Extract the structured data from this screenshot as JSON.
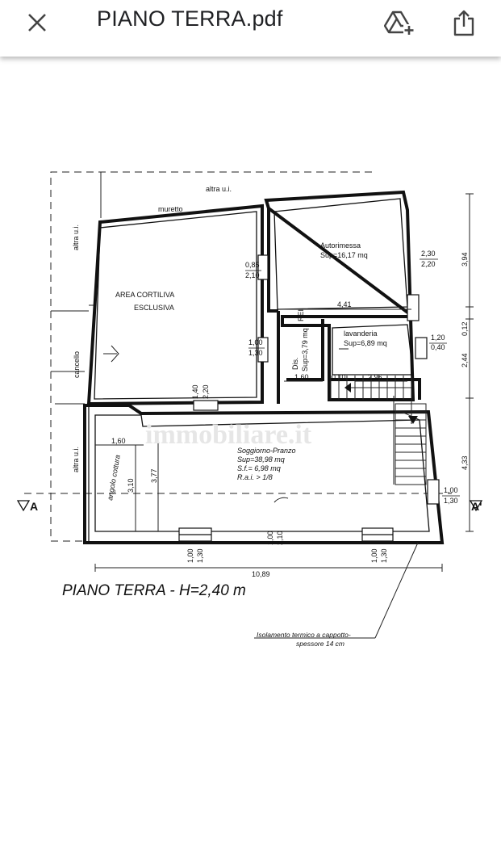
{
  "toolbar": {
    "close_icon": "close-icon",
    "title": "PIANO TERRA.pdf",
    "drive_add_icon": "drive-add-icon",
    "share_icon": "share-icon"
  },
  "plan": {
    "title": "PIANO TERRA - H=2,40 m",
    "watermark": "immobiliare.it",
    "labels": {
      "altra_ui_top": "altra u.i.",
      "muretto": "muretto",
      "altra_ui_left_top": "altra u.i.",
      "altra_ui_left_bottom": "altra u.i.",
      "cancello": "cancello",
      "area_1": "AREA CORTILIVA",
      "area_2": "ESCLUSIVA",
      "autorimessa": "Autorimessa",
      "autorimessa_sup": "Sup=16,17 mq",
      "lavanderia": "lavanderia",
      "lavanderia_sup": "Sup=6,89 mq",
      "dis": "Dis.",
      "dis_sup": "Sup=3,79 mq",
      "rei": "REI",
      "soggiorno": "Soggiorno-Pranzo",
      "soggiorno_sup": "Sup=38,98 mq",
      "soggiorno_sf": "S.f.= 6,98 mq",
      "soggiorno_rai": "R.a.i. > 1/8",
      "angolo_cottura": "angolo cottura",
      "isolamento_1": "Isolamento termico a cappotto-",
      "isolamento_2": "spessore 14 cm",
      "section_a": "A",
      "section_a_prime": "A'"
    },
    "dims": {
      "d_085": "0,85",
      "d_210a": "2,10",
      "d_100a": "1,00",
      "d_130a": "1,30",
      "d_140": "1,40",
      "d_220a": "2,20",
      "d_230": "2,30",
      "d_220b": "2,20",
      "d_441": "4,41",
      "d_120": "1,20",
      "d_040": "0,40",
      "d_160a": "1,60",
      "d_010": "0,10",
      "d_296": "2,96",
      "d_160b": "1,60",
      "d_310": "3,10",
      "d_377": "3,77",
      "d_100b": "1,00",
      "d_130b": "1,30",
      "d_100c": "1,00",
      "d_210b": "2,10",
      "d_100d": "1,00",
      "d_130c": "1,30",
      "d_100e": "1,00",
      "d_130d": "1,30",
      "d_1089": "10,89",
      "d_394": "3,94",
      "d_012": "0,12",
      "d_244": "2,44",
      "d_433": "4,33"
    }
  }
}
